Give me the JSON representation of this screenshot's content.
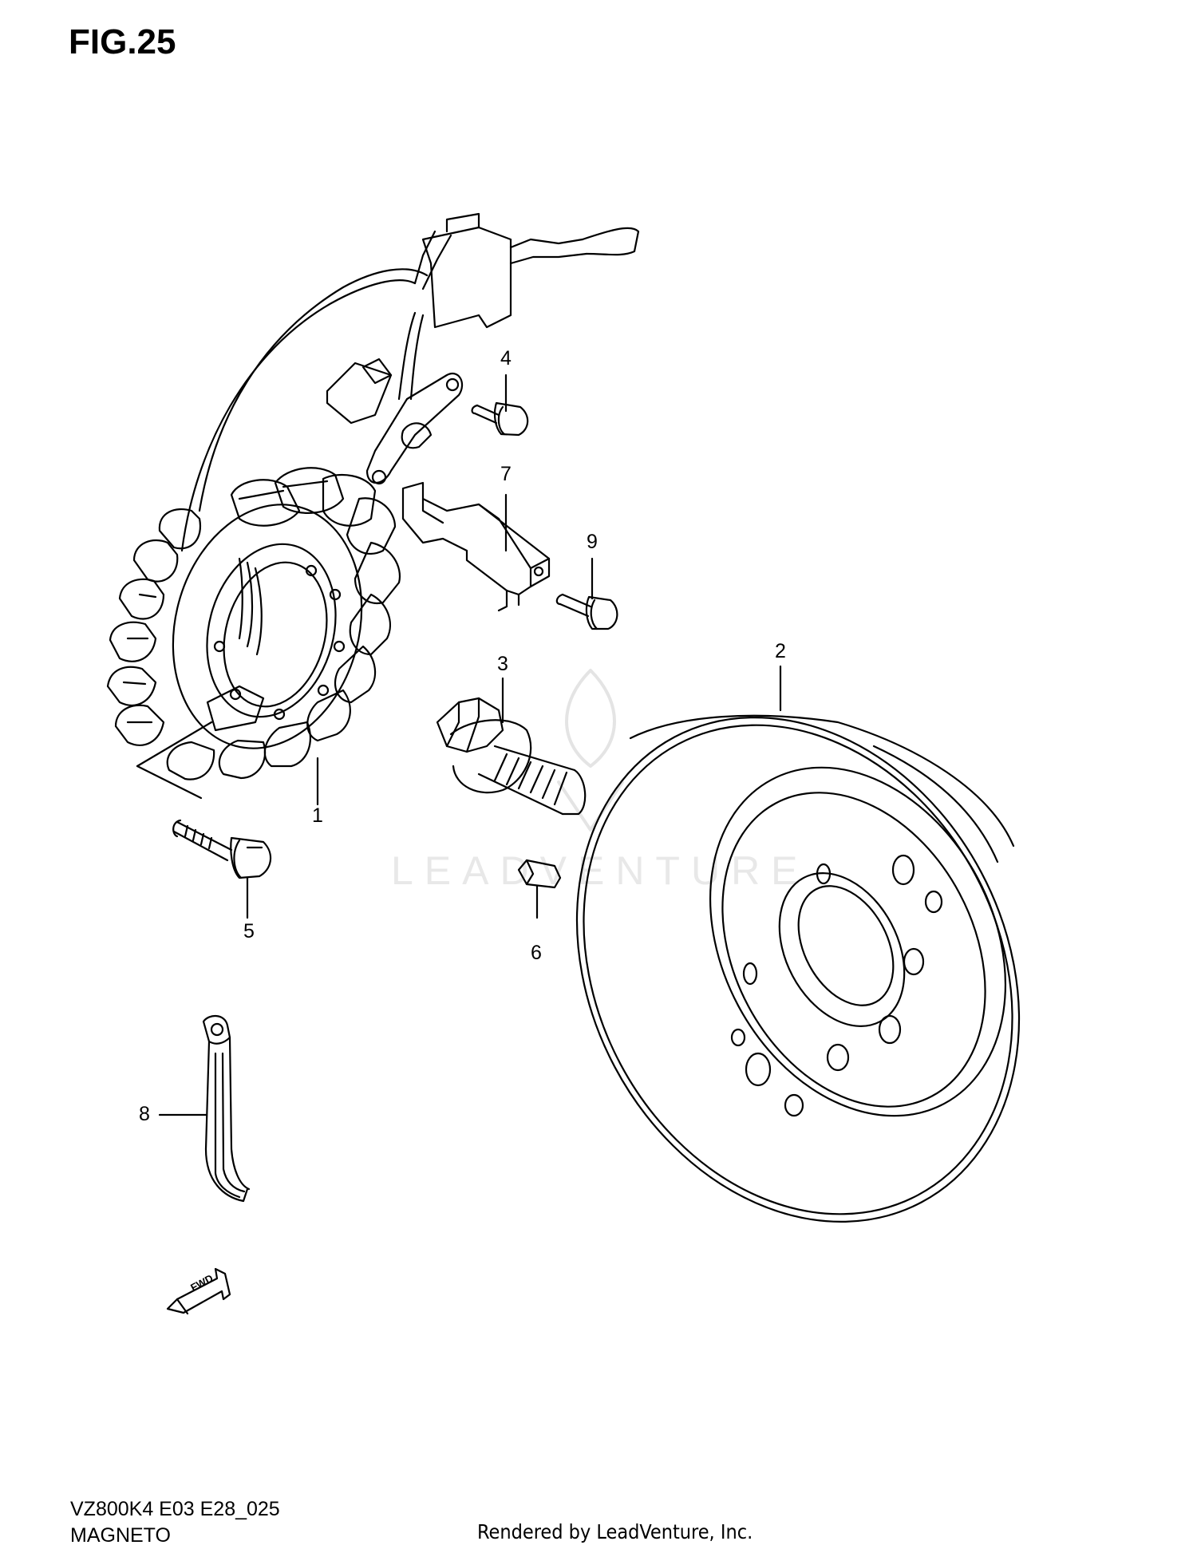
{
  "figure": {
    "title": "FIG.25"
  },
  "callouts": [
    "1",
    "2",
    "3",
    "4",
    "5",
    "6",
    "7",
    "8",
    "9"
  ],
  "forward_arrow": {
    "label": "FWD"
  },
  "watermark": {
    "text": "LEADVENTURE"
  },
  "footer": {
    "model_code": "VZ800K4 E03 E28_025",
    "section_name": "MAGNETO",
    "render_credit": "Rendered by LeadVenture, Inc."
  }
}
